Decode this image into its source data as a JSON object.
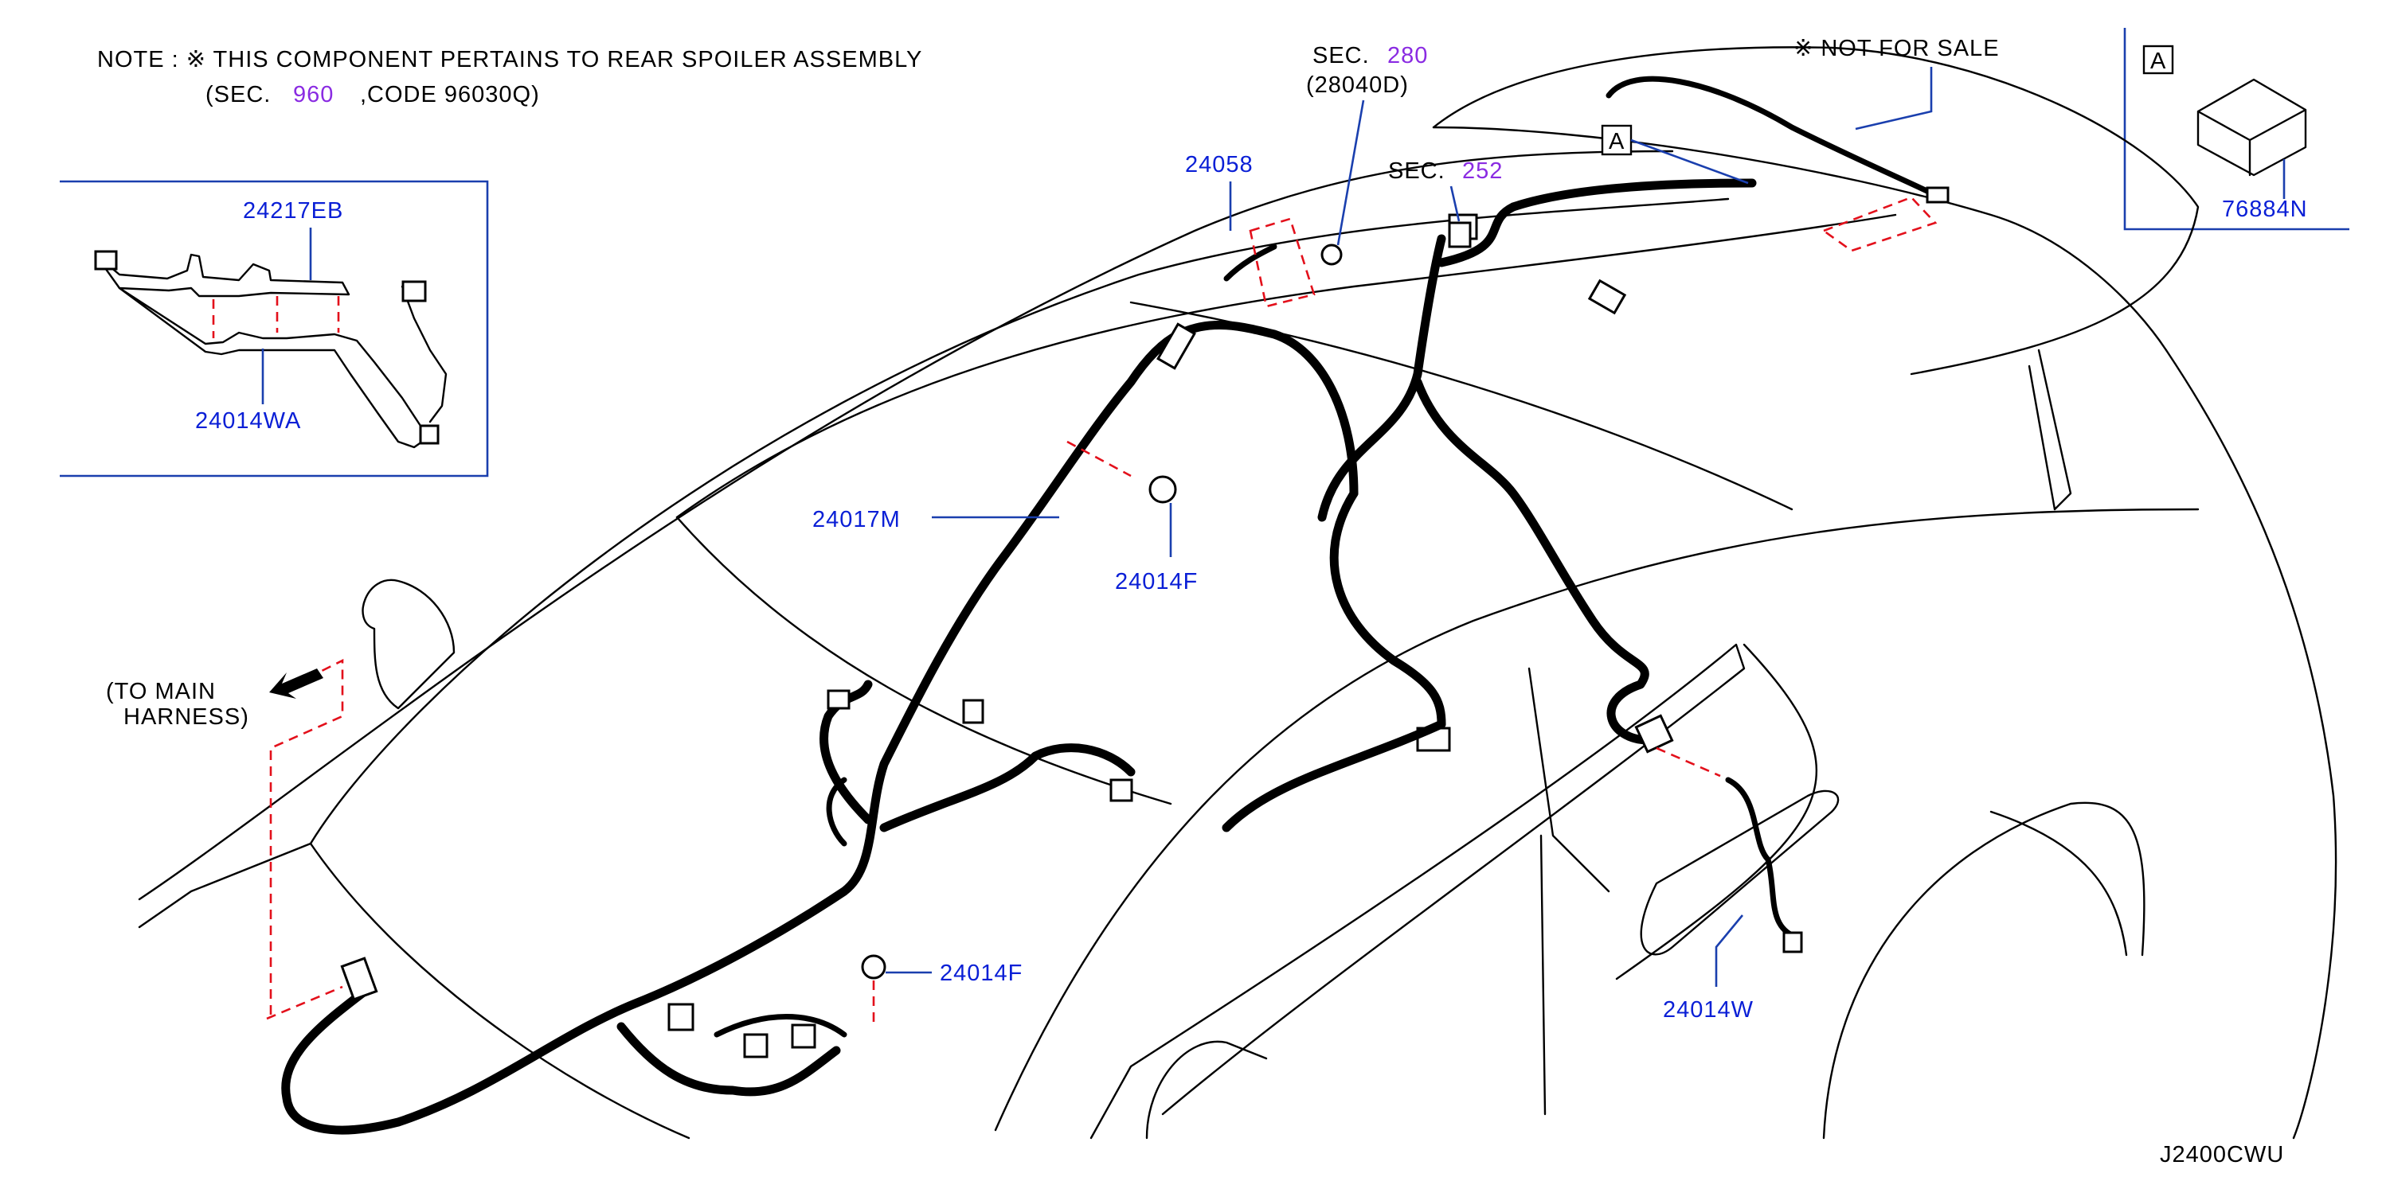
{
  "note": {
    "line1": "NOTE  :  ※ THIS  COMPONENT  PERTAINS  TO  REAR  SPOILER  ASSEMBLY",
    "line2_prefix": "(SEC.",
    "line2_sec": "960",
    "line2_suffix": ",CODE  96030Q)"
  },
  "not_for_sale": "※ NOT  FOR  SALE",
  "sec280": {
    "prefix": "SEC.",
    "num": "280",
    "code": "(28040D)"
  },
  "sec252": {
    "prefix": "SEC.",
    "num": "252"
  },
  "callout_letter": "A",
  "inset_letter": "A",
  "to_main": {
    "line1": "(TO  MAIN",
    "line2": "HARNESS)"
  },
  "parts": {
    "p24217EB": "24217EB",
    "p24014WA": "24014WA",
    "p24058": "24058",
    "p24017M": "24017M",
    "p24014F_top": "24014F",
    "p24014F_bottom": "24014F",
    "p24014W": "24014W",
    "p76884N": "76884N"
  },
  "diagram_code": "J2400CWU",
  "colors": {
    "part_label": "#0a1fd6",
    "section_number": "#8a2be2",
    "leader": "#1a3fae",
    "dashed": "#e3101b"
  }
}
